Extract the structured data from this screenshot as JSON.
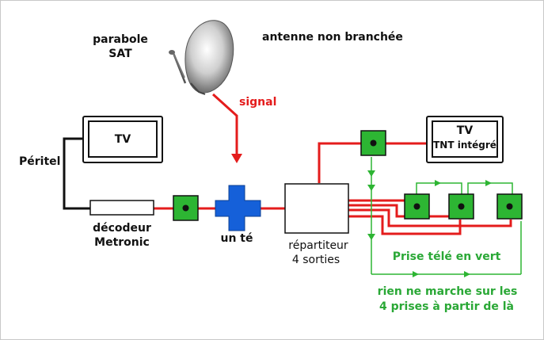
{
  "labels": {
    "parabole": "parabole",
    "sat": "SAT",
    "antenne": "antenne non branchée",
    "signal": "signal",
    "peritel": "Péritel",
    "tv1": "TV",
    "decodeur": "décodeur",
    "metronic": "Metronic",
    "unte": "un té",
    "repartiteur": "répartiteur",
    "sorties": "4 sorties",
    "tv2": "TV",
    "tnt": "TNT intégré",
    "prise": "Prise télé en vert",
    "rien1": "rien ne marche sur les",
    "rien2": "4 prises à partir de là"
  },
  "colors": {
    "signal_line": "#e41c1c",
    "prise_green": "#2db533",
    "tee_blue": "#1560d9",
    "annotation_green": "#2aa836"
  }
}
